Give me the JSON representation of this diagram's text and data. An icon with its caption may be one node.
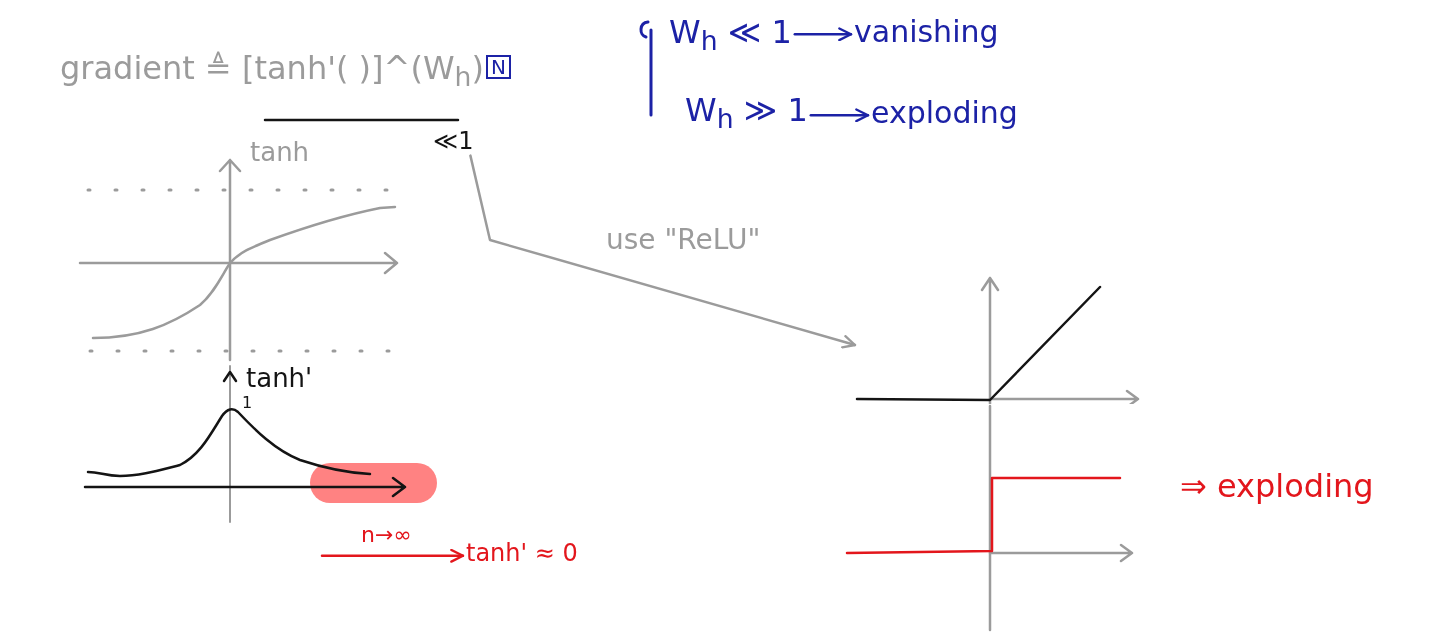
{
  "diagram": {
    "nodes": [
      {
        "text": [
          "W$_{h}$ ≪ 1"
        ]
      },
      {
        "text": [
          "vanishing"
        ]
      },
      {
        "text": [
          "W$_{h}$ ≫ 1"
        ]
      },
      {
        "text": [
          "exploding"
        ]
      },
      {
        "text": [
          "≪1"
        ]
      },
      {
        "text": [],
        "shape": "picture"
      },
      {
        "text": [
          "tanh' ≈ 0"
        ]
      }
    ],
    "edges": [
      {
        "from": 0,
        "to": 1,
        "arrow": "to"
      },
      {
        "from": 2,
        "to": 3,
        "arrow": "to"
      },
      {
        "from": 4,
        "to": 5,
        "arrow": "to",
        "label": "use \"ReLU\"",
        "color": "#9b9b9b"
      },
      {
        "from": null,
        "to": 6,
        "arrow": "to",
        "label": "n→∞",
        "color": "#e3161c"
      }
    ],
    "labels": [
      "gradient ≜ [tanh'( )]^(W$_{h}$)",
      "N",
      "tanh",
      "tanh'",
      "1",
      "⇒ exploding"
    ]
  }
}
